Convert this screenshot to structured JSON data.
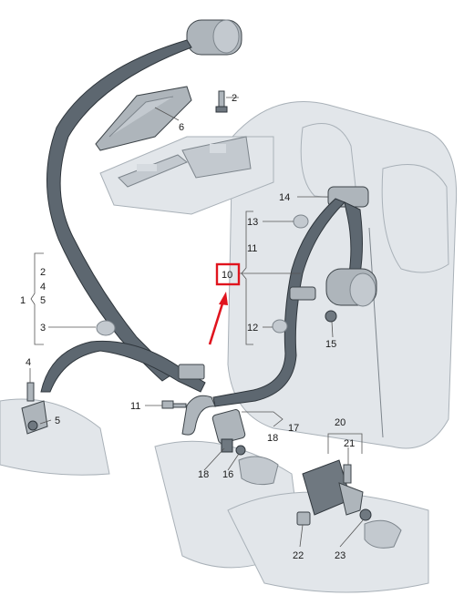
{
  "callouts": {
    "c1": "1",
    "c2": "2",
    "c3": "3",
    "c4": "4",
    "c5": "5",
    "c6": "6",
    "c10": "10",
    "c11": "11",
    "c12": "12",
    "c13": "13",
    "c14": "14",
    "c15": "15",
    "c16": "16",
    "c17": "17",
    "c18": "18",
    "c20": "20",
    "c21": "21",
    "c22": "22",
    "c23": "23"
  },
  "group_left_numbers": [
    "2",
    "4",
    "5"
  ],
  "group_right_numbers": [
    "13",
    "11",
    "10",
    "12"
  ],
  "highlight": {
    "part": "10",
    "box_color": "#e0141e",
    "arrow_color": "#e0141e"
  },
  "colors": {
    "belt": "#5d6770",
    "seat": "#e2e6ea",
    "metal": "#aeb5bb"
  }
}
